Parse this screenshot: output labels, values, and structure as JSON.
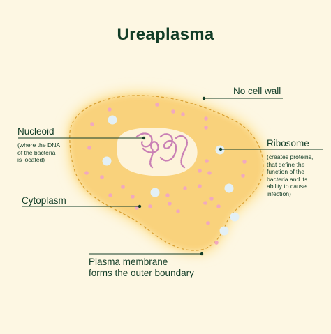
{
  "diagram": {
    "title": "Ureaplasma",
    "labels": {
      "no_cell_wall": "No cell wall",
      "nucleoid": "Nucleoid",
      "nucleoid_note": "(where the DNA\nof the bacteria\nis located)",
      "ribosome": "Ribosome",
      "ribosome_note": "(creates proteins,\nthat define the\nfunction of the\nbacteria and its\nability to cause\ninfection)",
      "cytoplasm": "Cytoplasm",
      "plasma_membrane_line1": "Plasma membrane",
      "plasma_membrane_line2": "forms the outer boundary"
    },
    "colors": {
      "background": "#fdf7e3",
      "cytoplasm": "#f9d27b",
      "cytoplasm_glow": "#fde6a5",
      "membrane_dash": "#d9a033",
      "nucleoid_fill": "#fdf3da",
      "dna": "#c980b5",
      "ribosome": "#e3f0f6",
      "granule": "#f1a9bf",
      "text": "#123d27"
    }
  }
}
